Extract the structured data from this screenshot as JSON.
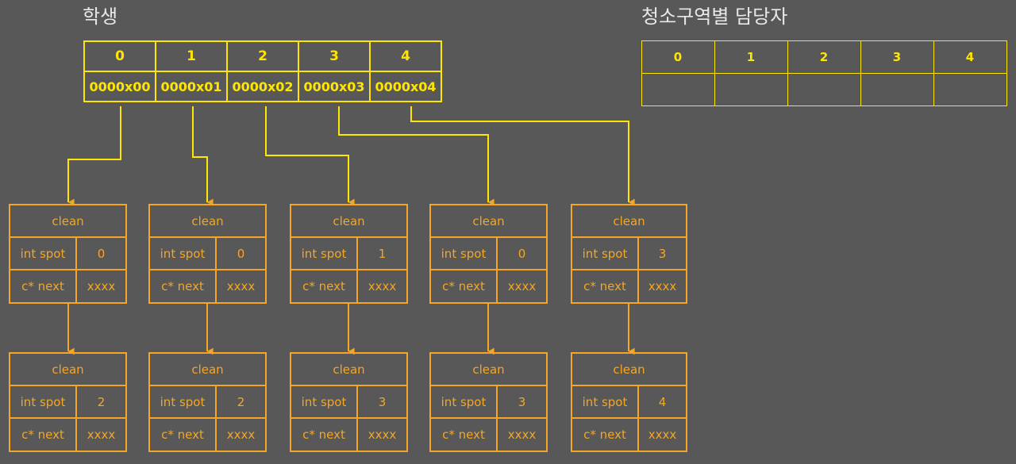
{
  "titles": {
    "students": "학생",
    "zones": "청소구역별 담당자"
  },
  "colors": {
    "background": "#585858",
    "array_yellow": "#ffe600",
    "node_orange": "#f5a623",
    "title_text": "#e8e8e8"
  },
  "students_array": {
    "name": "학생",
    "indices": [
      "0",
      "1",
      "2",
      "3",
      "4"
    ],
    "values": [
      "0000x00",
      "0000x01",
      "0000x02",
      "0000x03",
      "0000x04"
    ]
  },
  "zones_array": {
    "name": "청소구역별 담당자",
    "indices": [
      "0",
      "1",
      "2",
      "3",
      "4"
    ],
    "values": [
      "",
      "",
      "",
      "",
      ""
    ]
  },
  "node_labels": {
    "struct_name": "clean",
    "field_spot": "int spot",
    "field_next": "c* next",
    "next_value": "xxxx"
  },
  "nodes_row1": [
    {
      "title": "clean",
      "spot_label": "int spot",
      "spot": "0",
      "next_label": "c* next",
      "next": "xxxx"
    },
    {
      "title": "clean",
      "spot_label": "int spot",
      "spot": "0",
      "next_label": "c* next",
      "next": "xxxx"
    },
    {
      "title": "clean",
      "spot_label": "int spot",
      "spot": "1",
      "next_label": "c* next",
      "next": "xxxx"
    },
    {
      "title": "clean",
      "spot_label": "int spot",
      "spot": "0",
      "next_label": "c* next",
      "next": "xxxx"
    },
    {
      "title": "clean",
      "spot_label": "int spot",
      "spot": "3",
      "next_label": "c* next",
      "next": "xxxx"
    }
  ],
  "nodes_row2": [
    {
      "title": "clean",
      "spot_label": "int spot",
      "spot": "2",
      "next_label": "c* next",
      "next": "xxxx"
    },
    {
      "title": "clean",
      "spot_label": "int spot",
      "spot": "2",
      "next_label": "c* next",
      "next": "xxxx"
    },
    {
      "title": "clean",
      "spot_label": "int spot",
      "spot": "3",
      "next_label": "c* next",
      "next": "xxxx"
    },
    {
      "title": "clean",
      "spot_label": "int spot",
      "spot": "3",
      "next_label": "c* next",
      "next": "xxxx"
    },
    {
      "title": "clean",
      "spot_label": "int spot",
      "spot": "4",
      "next_label": "c* next",
      "next": "xxxx"
    }
  ]
}
